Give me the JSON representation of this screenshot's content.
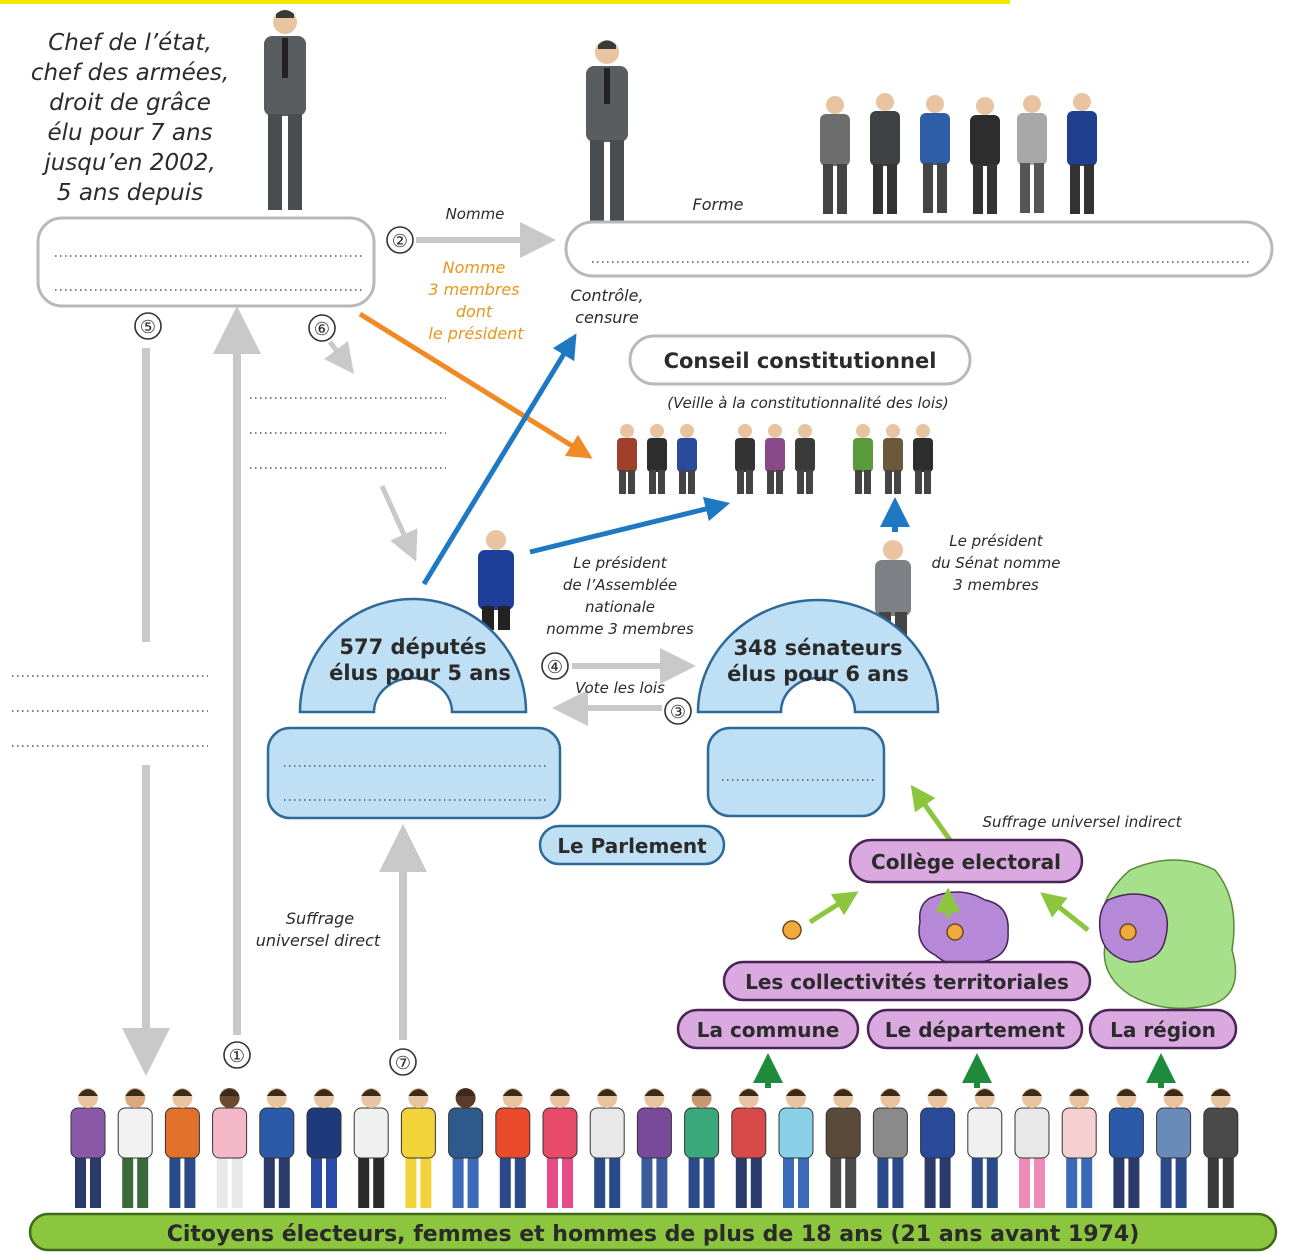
{
  "president": {
    "role_lines": [
      "Chef de l’état,",
      "chef des armées,",
      "droit de grâce",
      "élu pour  7 ans",
      "jusqu’en 2002,",
      "5 ans depuis"
    ]
  },
  "labels": {
    "nomme": "Nomme",
    "forme": "Forme",
    "nomme_3_membres": [
      "Nomme",
      "3 membres",
      "dont",
      "le président"
    ],
    "controle_censure": [
      "Contrôle,",
      "censure"
    ],
    "conseil_constitutionnel": "Conseil constitutionnel",
    "conseil_subtitle": "(Veille à la constitutionnalité des lois)",
    "pres_assemblee": [
      "Le président",
      "de l’Assemblée",
      "nationale",
      "nomme 3 membres"
    ],
    "pres_senat": [
      "Le président",
      "du Sénat nomme",
      "3 membres"
    ],
    "deputes": [
      "577 députés",
      "élus pour 5 ans"
    ],
    "senateurs": [
      "348 sénateurs",
      "élus pour 6 ans"
    ],
    "vote_les_lois": "Vote les lois",
    "parlement": "Le Parlement",
    "suffrage_indirect": "Suffrage universel indirect",
    "college_electoral": "Collège electoral",
    "collectivites": "Les collectivités territoriales",
    "commune": "La commune",
    "departement": "Le département",
    "region": "La région",
    "suffrage_direct": [
      "Suffrage",
      "universel direct"
    ],
    "citoyens": "Citoyens électeurs, femmes et hommes de plus de 18 ans (21 ans avant 1974)"
  },
  "numbers": [
    "①",
    "②",
    "③",
    "④",
    "⑤",
    "⑥",
    "⑦"
  ],
  "colors": {
    "grey_arrow": "#c9c9c9",
    "orange_arrow": "#f08a24",
    "blue_arrow": "#1e78c2",
    "green_arrow": "#8cc63f",
    "dark_green_arrow": "#1e8a3c",
    "parliament_fill": "#bfe0f4",
    "purple_fill": "#d9a9e0",
    "citizens_fill": "#8cc63f",
    "orange_text": "#e8961e"
  }
}
